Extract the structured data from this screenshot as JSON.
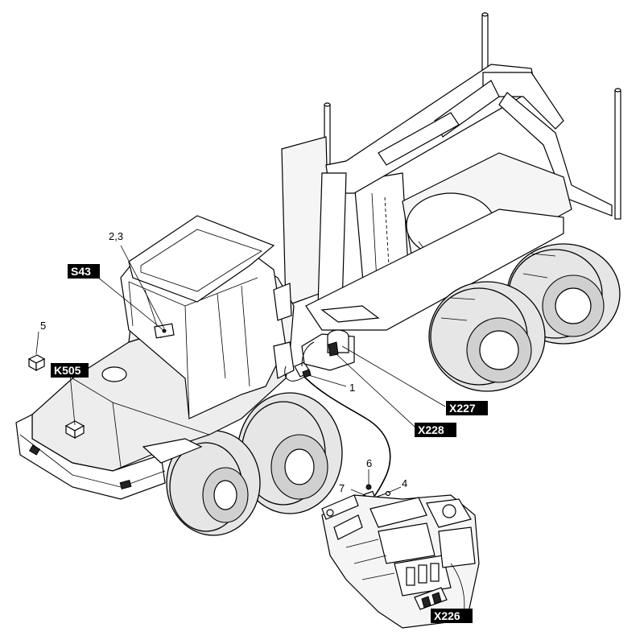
{
  "labels": {
    "s43": "S43",
    "k505": "K505",
    "x227": "X227",
    "x228": "X228",
    "x226": "X226"
  },
  "callouts": {
    "n23": "2,3",
    "n5": "5",
    "n1": "1",
    "n6": "6",
    "n7": "7",
    "n4": "4"
  }
}
